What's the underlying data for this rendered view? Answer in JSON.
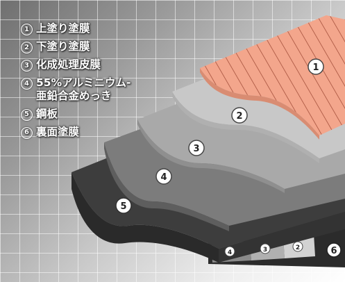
{
  "legend": {
    "items": [
      {
        "num": "1",
        "lines": [
          "上塗り塗膜"
        ]
      },
      {
        "num": "2",
        "lines": [
          "下塗り塗膜"
        ]
      },
      {
        "num": "3",
        "lines": [
          "化成処理皮膜"
        ]
      },
      {
        "num": "4",
        "lines": [
          "55%アルミニウム-",
          "亜鉛合金めっき"
        ]
      },
      {
        "num": "5",
        "lines": [
          "鋼板"
        ]
      },
      {
        "num": "6",
        "lines": [
          "裏面塗膜"
        ]
      }
    ]
  },
  "layer_markers": {
    "top": [
      "1",
      "2",
      "3",
      "4",
      "5"
    ],
    "edge": [
      "4",
      "3",
      "2",
      "6"
    ]
  },
  "colors": {
    "topcoat": "#f3a68c",
    "topcoat_hatch": "#9a4430",
    "primer": "#c8c8c8",
    "conversion": "#a9a9a9",
    "plating": "#7c7c7c",
    "steel": "#3d3d3d",
    "back_coat": "#2b2b2b"
  }
}
